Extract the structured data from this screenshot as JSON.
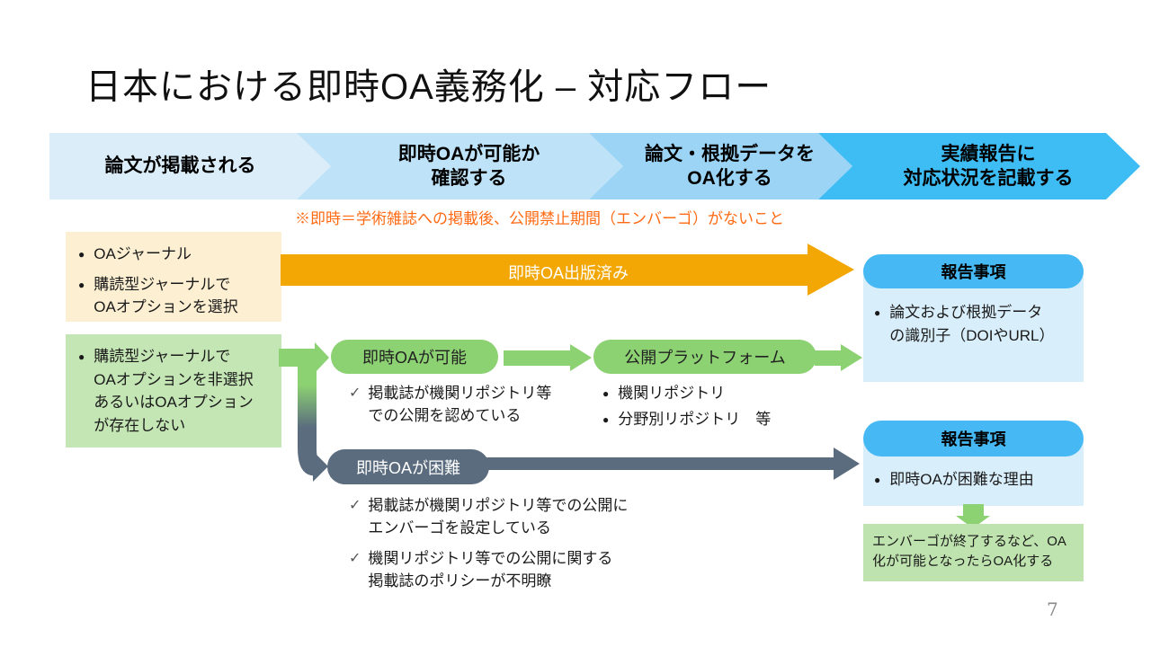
{
  "slide": {
    "title": "日本における即時OA義務化 – 対応フロー",
    "note": "※即時＝学術雑誌への掲載後、公開禁止期間（エンバーゴ）がないこと",
    "page_number": "7"
  },
  "icons": {
    "bullet": "●",
    "check": "✓"
  },
  "process_steps": [
    {
      "label": "論文が掲載される",
      "color": "#DAEDF9"
    },
    {
      "label": "即時OAが可能か\n確認する",
      "color": "#BEE2F7"
    },
    {
      "label": "論文・根拠データを\nOA化する",
      "color": "#9BD4F5"
    },
    {
      "label": "実績報告に\n対応状況を記載する",
      "color": "#3EBCF4"
    }
  ],
  "published_oa": {
    "sources": [
      "OAジャーナル",
      "購読型ジャーナルで\nOAオプションを選択"
    ],
    "arrow_label": "即時OA出版済み",
    "report": {
      "header": "報告事項",
      "item": "論文および根拠データ\nの識別子（DOIやURL）"
    }
  },
  "check_route": {
    "source": "購読型ジャーナルで\nOAオプションを非選択\nあるいはOAオプション\nが存在しない",
    "possible": {
      "pill": "即時OAが可能",
      "check": "掲載誌が機関リポジトリ等\nでの公開を認めている",
      "platform_pill": "公開プラットフォーム",
      "platform_items": [
        "機関リポジトリ",
        "分野別リポジトリ　等"
      ]
    },
    "difficult": {
      "pill": "即時OAが困難",
      "checks": [
        "掲載誌が機関リポジトリ等での公開に\nエンバーゴを設定している",
        "機関リポジトリ等での公開に関する\n掲載誌のポリシーが不明瞭"
      ],
      "report": {
        "header": "報告事項",
        "item": "即時OAが困難な理由",
        "followup": "エンバーゴが終了するなど、OA\n化が可能となったらOA化する"
      }
    }
  },
  "colors": {
    "step1": "#DAEDF9",
    "step2": "#BEE2F7",
    "step3": "#9BD4F5",
    "step4": "#3EBCF4",
    "orange_arrow": "#F2A705",
    "note_text": "#FF6A13",
    "cream_box": "#FCEFD2",
    "green_box": "#C4E5B4",
    "green_pill": "#8CD172",
    "gray_pill": "#5B6C7E",
    "report_header": "#46B9F4",
    "report_body": "#D9EEFB",
    "followup_box": "#BEE3AE"
  }
}
